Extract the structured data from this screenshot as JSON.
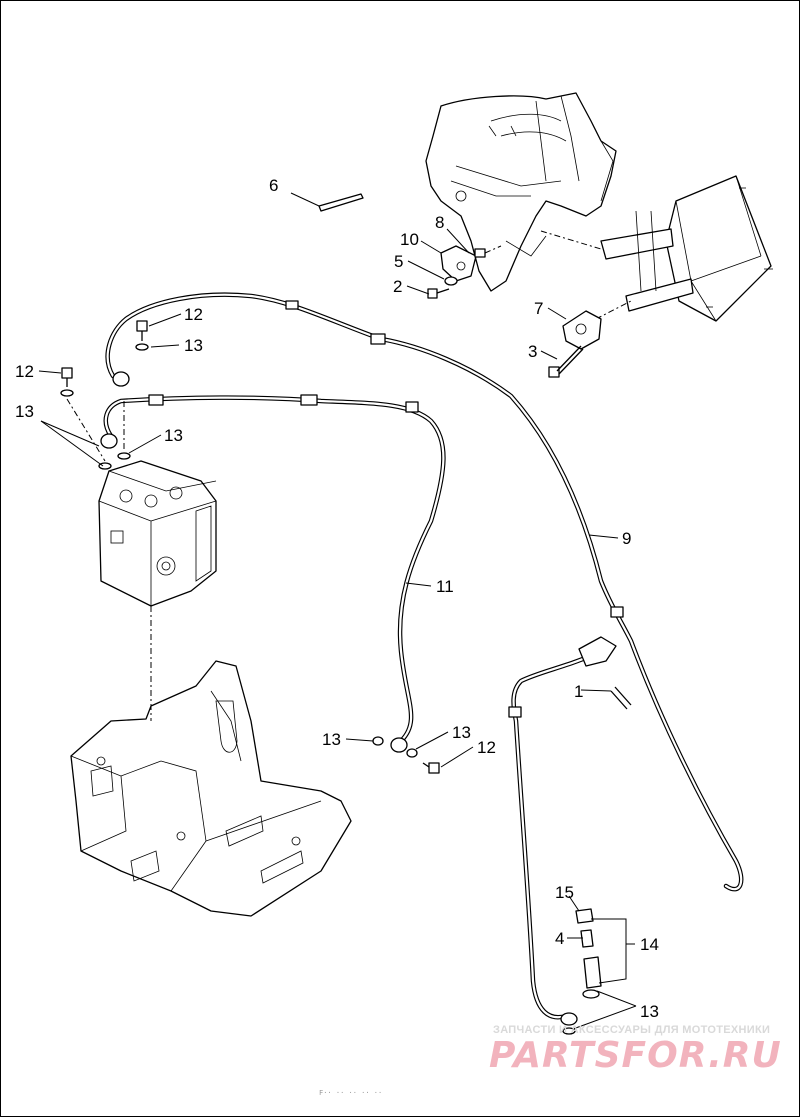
{
  "diagram": {
    "callouts": [
      {
        "id": "c1",
        "label": "1"
      },
      {
        "id": "c2",
        "label": "2"
      },
      {
        "id": "c3",
        "label": "3"
      },
      {
        "id": "c4",
        "label": "4"
      },
      {
        "id": "c5",
        "label": "5"
      },
      {
        "id": "c6",
        "label": "6"
      },
      {
        "id": "c7",
        "label": "7"
      },
      {
        "id": "c8",
        "label": "8"
      },
      {
        "id": "c9",
        "label": "9"
      },
      {
        "id": "c10",
        "label": "10"
      },
      {
        "id": "c11",
        "label": "11"
      },
      {
        "id": "c12a",
        "label": "12"
      },
      {
        "id": "c12b",
        "label": "12"
      },
      {
        "id": "c12c",
        "label": "12"
      },
      {
        "id": "c13a",
        "label": "13"
      },
      {
        "id": "c13b",
        "label": "13"
      },
      {
        "id": "c13c",
        "label": "13"
      },
      {
        "id": "c13d",
        "label": "13"
      },
      {
        "id": "c13e",
        "label": "13"
      },
      {
        "id": "c13f",
        "label": "13"
      },
      {
        "id": "c14",
        "label": "14"
      },
      {
        "id": "c15",
        "label": "15"
      }
    ]
  },
  "watermark": {
    "subtitle": "ЗАПЧАСТИ И АКСЕССУАРЫ ДЛЯ МОТОТЕХНИКИ",
    "brand": "PARTSFOR.RU",
    "brand_color": "#f2b3bd",
    "subtitle_color": "#d9d9d9"
  },
  "footer": {
    "text": "F·· ·· ·· ·· ··"
  }
}
